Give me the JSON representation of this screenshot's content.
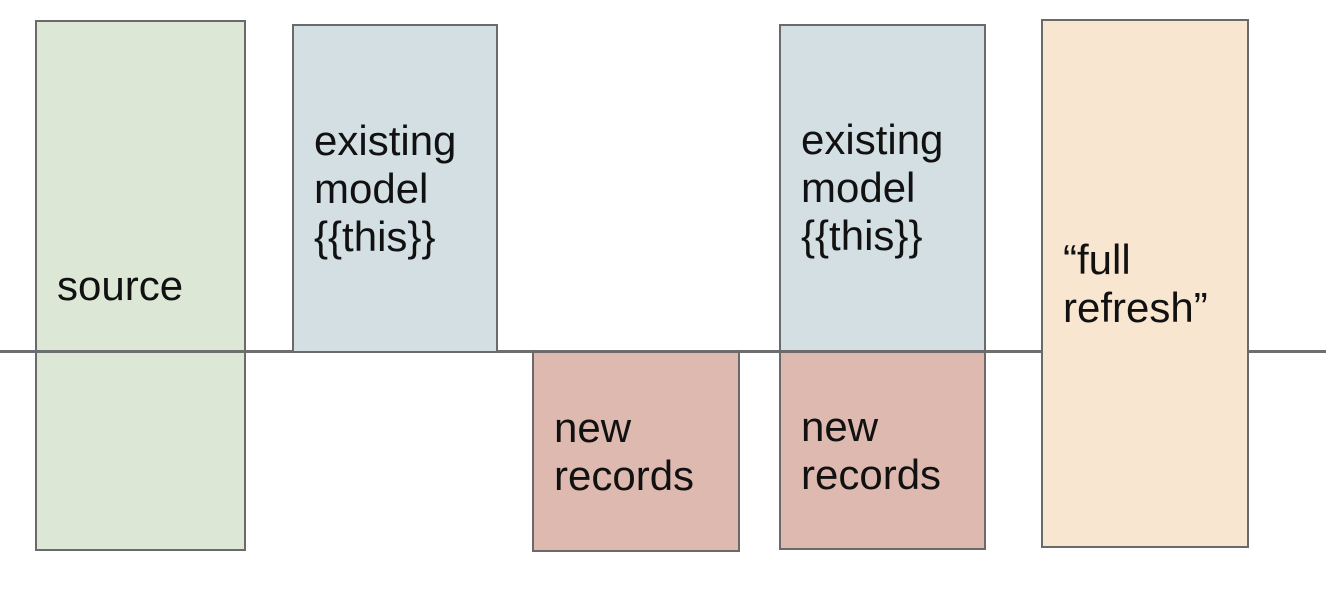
{
  "diagram": {
    "background": "#ffffff",
    "border_color": "#6a6a6a",
    "divider_line_color": "#6e6e6e",
    "text_color": "#111111",
    "boxes": {
      "source": {
        "label": "source",
        "fill": "#dce8d5"
      },
      "existing_model_1": {
        "label": "existing\nmodel\n{{this}}",
        "fill": "#d3dfe3"
      },
      "new_records_1": {
        "label": "new\nrecords",
        "fill": "#deb9b0"
      },
      "existing_model_2": {
        "label": "existing\nmodel\n{{this}}",
        "fill": "#d3dfe3"
      },
      "new_records_2": {
        "label": "new\nrecords",
        "fill": "#deb9b0"
      },
      "full_refresh": {
        "label": "“full\nrefresh”",
        "fill": "#f9e6d1"
      }
    }
  }
}
